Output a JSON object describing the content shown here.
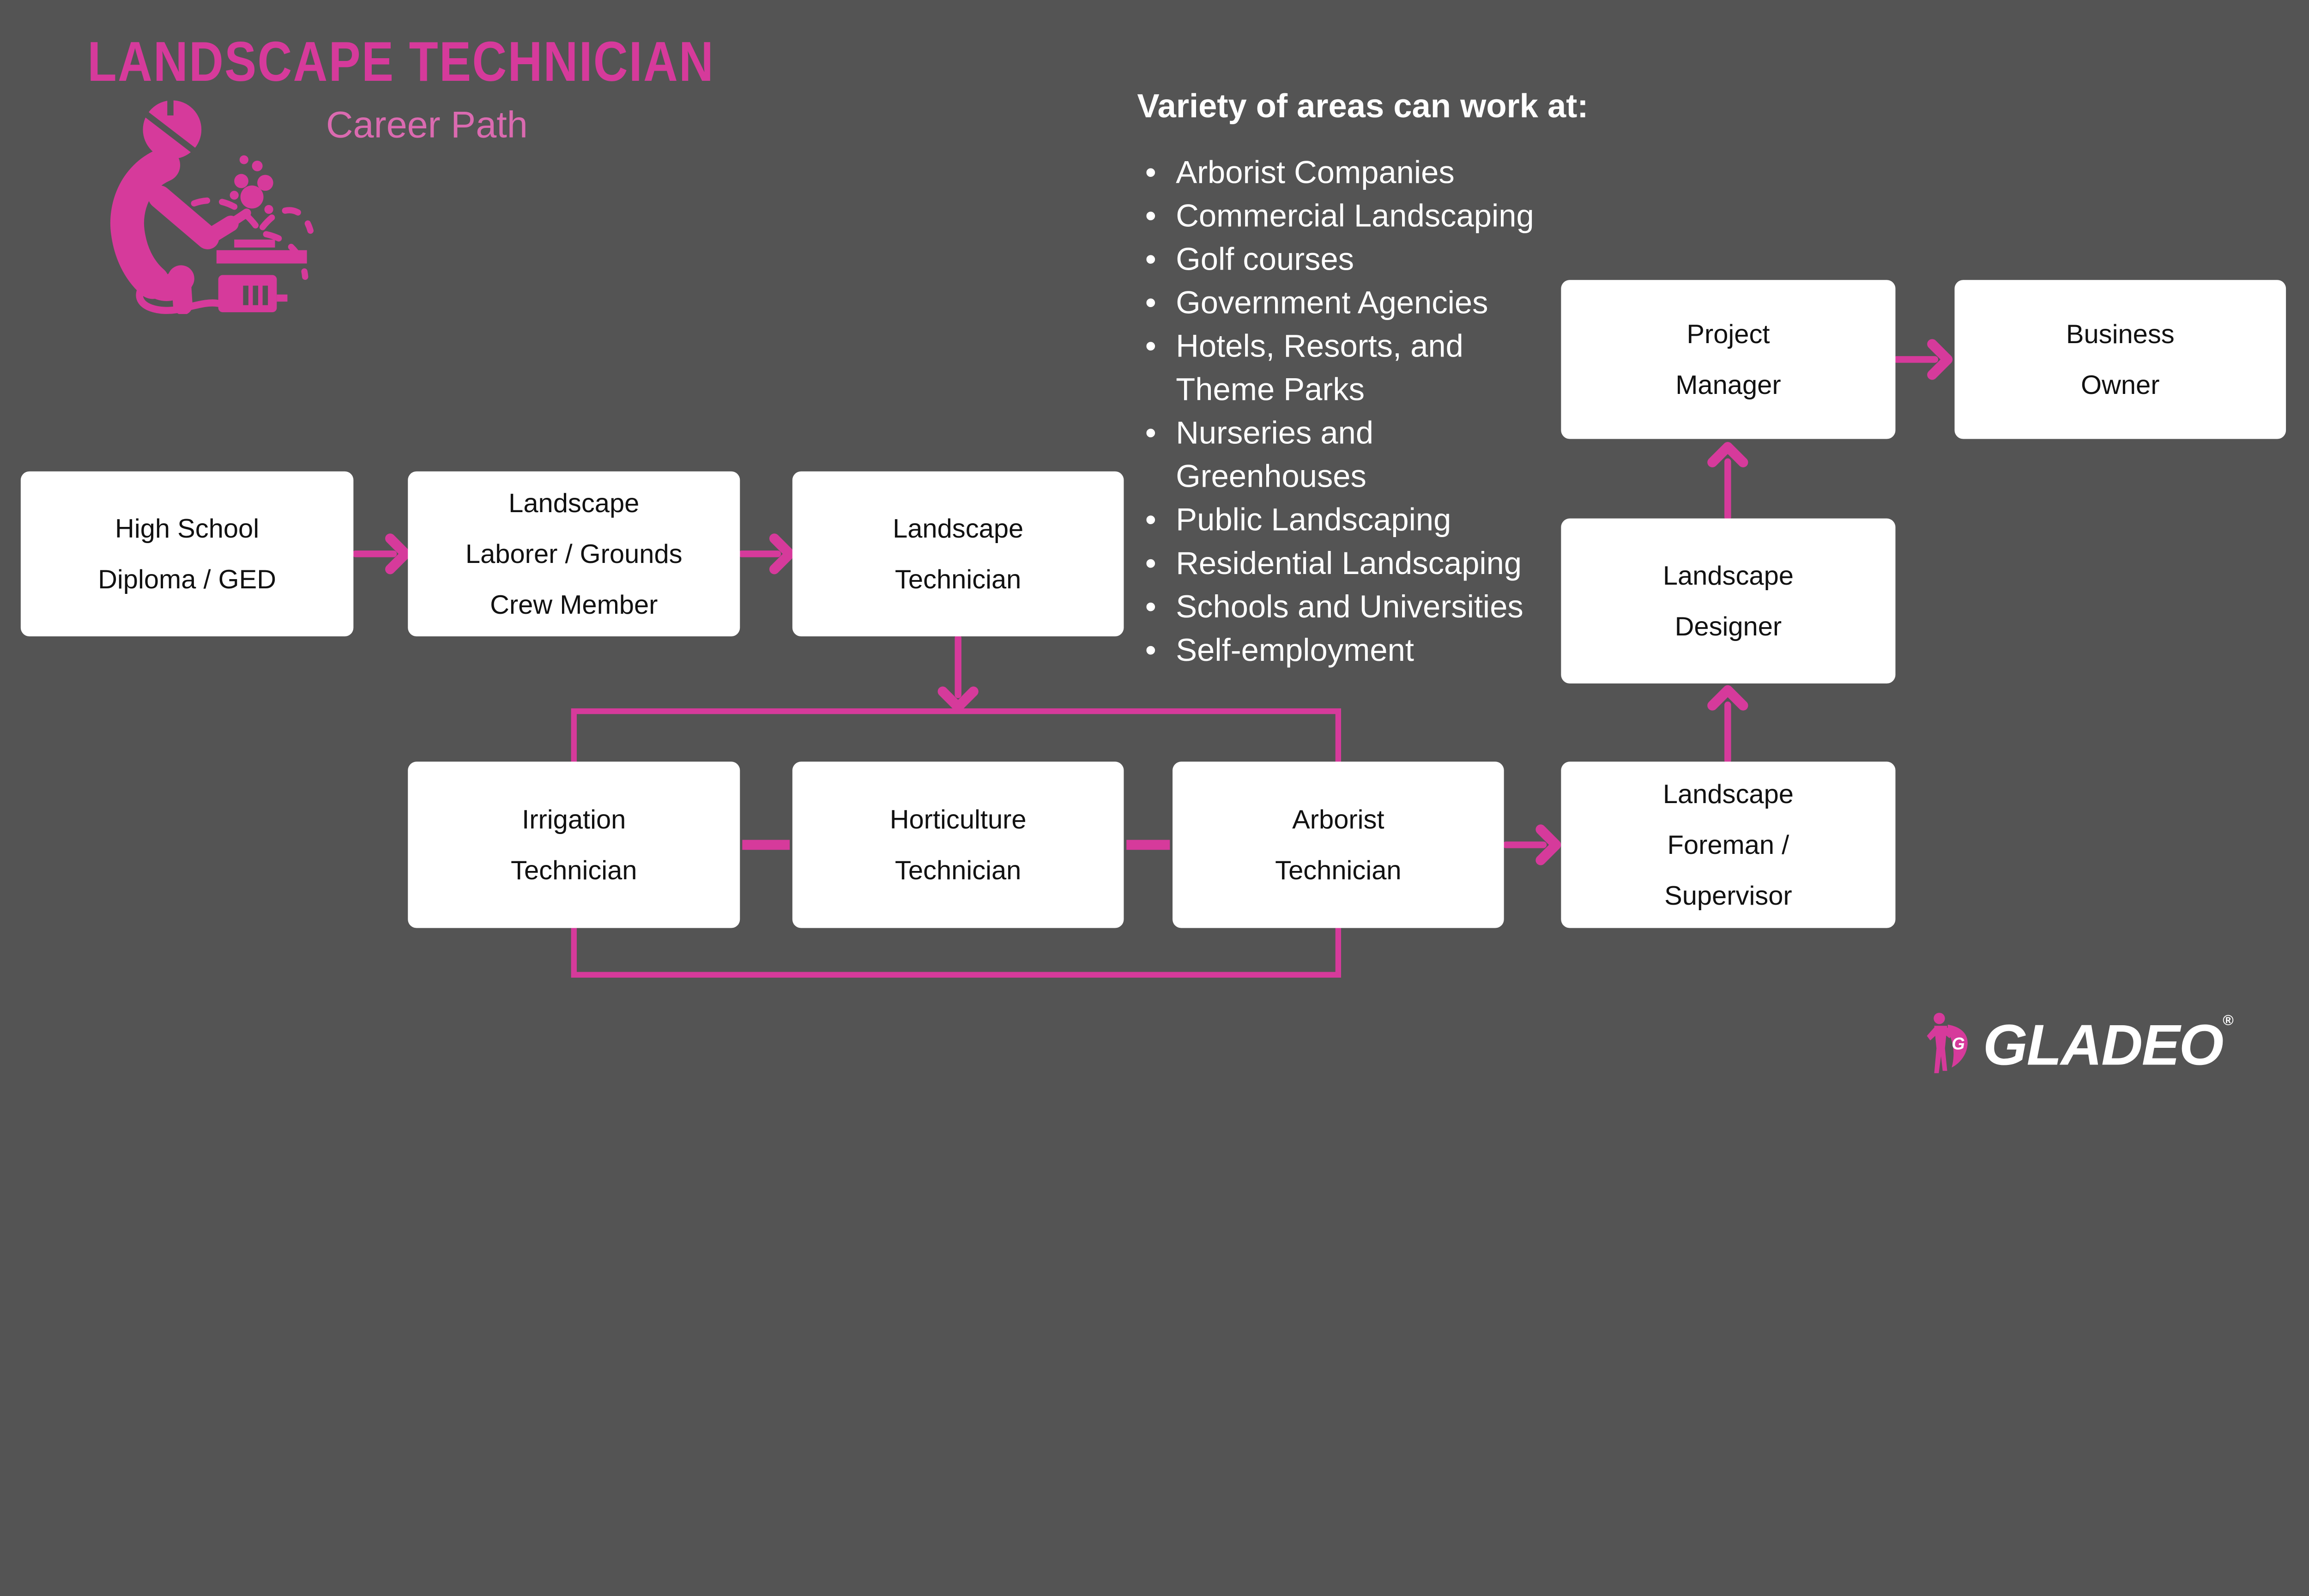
{
  "colors": {
    "background": "#545454",
    "pink": "#D63A9B",
    "pink_light": "#DB6AB0",
    "box_bg": "#FFFFFF",
    "box_text": "#111111",
    "list_text": "#FFFFFF"
  },
  "header": {
    "title": "LANDSCAPE TECHNICIAN",
    "subtitle": "Career Path",
    "icon": "welder-icon"
  },
  "areas": {
    "heading": "Variety of areas can work at:",
    "items": [
      "Arborist Companies",
      "Commercial Landscaping",
      "Golf courses",
      "Government Agencies",
      "Hotels, Resorts, and\nTheme Parks",
      "Nurseries and\nGreenhouses",
      "Public Landscaping",
      "Residential Landscaping",
      "Schools and Universities",
      "Self-employment"
    ]
  },
  "flow": {
    "nodes": [
      {
        "id": "high-school",
        "label": "High School Diploma / GED",
        "lines": [
          "High School",
          "Diploma / GED"
        ]
      },
      {
        "id": "landscape-laborer",
        "label": "Landscape Laborer / Grounds Crew Member",
        "lines": [
          "Landscape",
          "Laborer / Grounds",
          "Crew Member"
        ]
      },
      {
        "id": "landscape-technician",
        "label": "Landscape Technician",
        "lines": [
          "Landscape",
          "Technician"
        ]
      },
      {
        "id": "irrigation-technician",
        "label": "Irrigation Technician",
        "lines": [
          "Irrigation",
          "Technician"
        ]
      },
      {
        "id": "horticulture-technician",
        "label": "Horticulture Technician",
        "lines": [
          "Horticulture",
          "Technician"
        ]
      },
      {
        "id": "arborist-technician",
        "label": "Arborist Technician",
        "lines": [
          "Arborist",
          "Technician"
        ]
      },
      {
        "id": "landscape-foreman",
        "label": "Landscape Foreman / Supervisor",
        "lines": [
          "Landscape",
          "Foreman /",
          "Supervisor"
        ]
      },
      {
        "id": "landscape-designer",
        "label": "Landscape Designer",
        "lines": [
          "Landscape",
          "Designer"
        ]
      },
      {
        "id": "project-manager",
        "label": "Project Manager",
        "lines": [
          "Project",
          "Manager"
        ]
      },
      {
        "id": "business-owner",
        "label": "Business Owner",
        "lines": [
          "Business",
          "Owner"
        ]
      }
    ]
  },
  "logo": {
    "brand": "GLADEO",
    "registered": "®",
    "mascot_letter": "G"
  }
}
